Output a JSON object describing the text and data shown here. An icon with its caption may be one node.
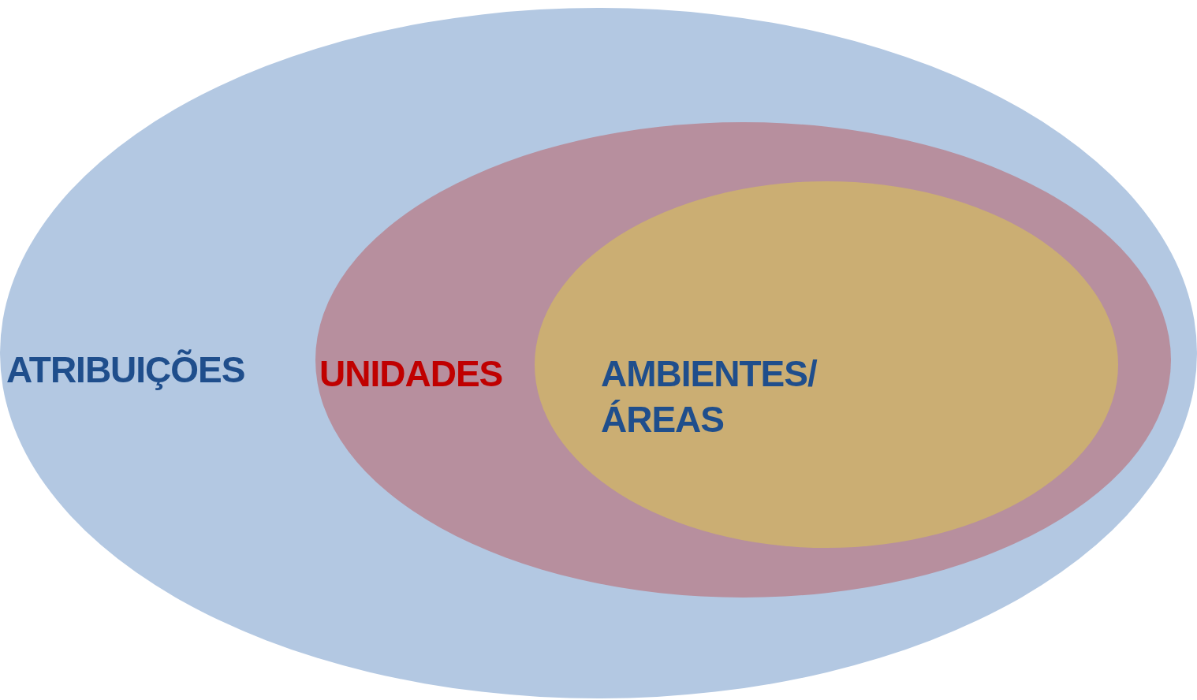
{
  "diagram": {
    "nodes": [
      {
        "text": [
          "ATRIBUIÇÕES"
        ]
      },
      {
        "text": [
          "UNIDADES"
        ],
        "in": 0
      },
      {
        "text": [
          "AMBIENTES/ ÁREAS"
        ],
        "in": 1
      }
    ]
  }
}
